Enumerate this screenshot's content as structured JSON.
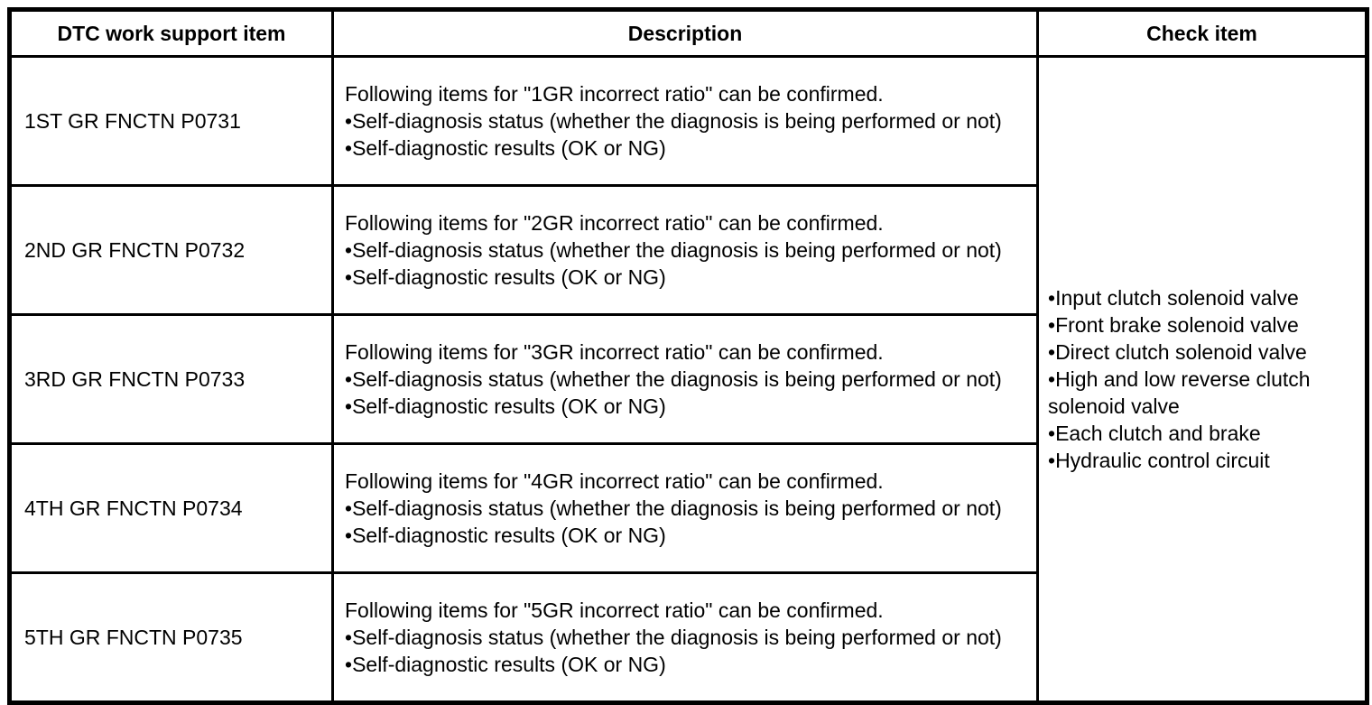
{
  "table": {
    "headers": {
      "col1": "DTC work support item",
      "col2": "Description",
      "col3": "Check item"
    },
    "rows": [
      {
        "item": "1ST GR FNCTN P0731",
        "description": {
          "intro": "Following items for \"1GR incorrect ratio\" can be confirmed.",
          "bullets": [
            "Self-diagnosis status (whether the diagnosis is being performed or not)",
            "Self-diagnostic results (OK or NG)"
          ]
        }
      },
      {
        "item": "2ND GR FNCTN P0732",
        "description": {
          "intro": "Following items for \"2GR incorrect ratio\" can be confirmed.",
          "bullets": [
            "Self-diagnosis status (whether the diagnosis is being performed or not)",
            "Self-diagnostic results (OK or NG)"
          ]
        }
      },
      {
        "item": "3RD GR FNCTN P0733",
        "description": {
          "intro": "Following items for \"3GR incorrect ratio\" can be confirmed.",
          "bullets": [
            "Self-diagnosis status (whether the diagnosis is being performed or not)",
            "Self-diagnostic results (OK or NG)"
          ]
        }
      },
      {
        "item": "4TH GR FNCTN P0734",
        "description": {
          "intro": "Following items for \"4GR incorrect ratio\" can be confirmed.",
          "bullets": [
            "Self-diagnosis status (whether the diagnosis is being performed or not)",
            "Self-diagnostic results (OK or NG)"
          ]
        }
      },
      {
        "item": "5TH GR FNCTN P0735",
        "description": {
          "intro": "Following items for \"5GR incorrect ratio\" can be confirmed.",
          "bullets": [
            "Self-diagnosis status (whether the diagnosis is being performed or not)",
            "Self-diagnostic results (OK or NG)"
          ]
        }
      }
    ],
    "check_items": [
      "Input clutch solenoid valve",
      "Front brake solenoid valve",
      "Direct clutch solenoid valve",
      "High and low reverse clutch solenoid valve",
      "Each clutch and brake",
      "Hydraulic control circuit"
    ]
  }
}
